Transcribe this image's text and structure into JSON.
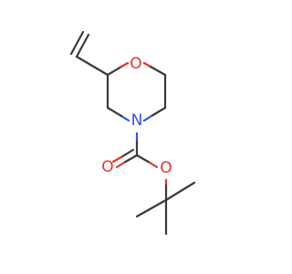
{
  "molecule": {
    "atoms": {
      "ring_oxygen": {
        "symbol": "O",
        "color": "#e8322c"
      },
      "ring_nitrogen": {
        "symbol": "N",
        "color": "#3050f8"
      },
      "carbonyl_oxygen": {
        "symbol": "O",
        "color": "#e8322c"
      },
      "ester_oxygen": {
        "symbol": "O",
        "color": "#e8322c"
      }
    },
    "colors": {
      "bond": "#3a3a3a",
      "background": "#ffffff"
    }
  }
}
